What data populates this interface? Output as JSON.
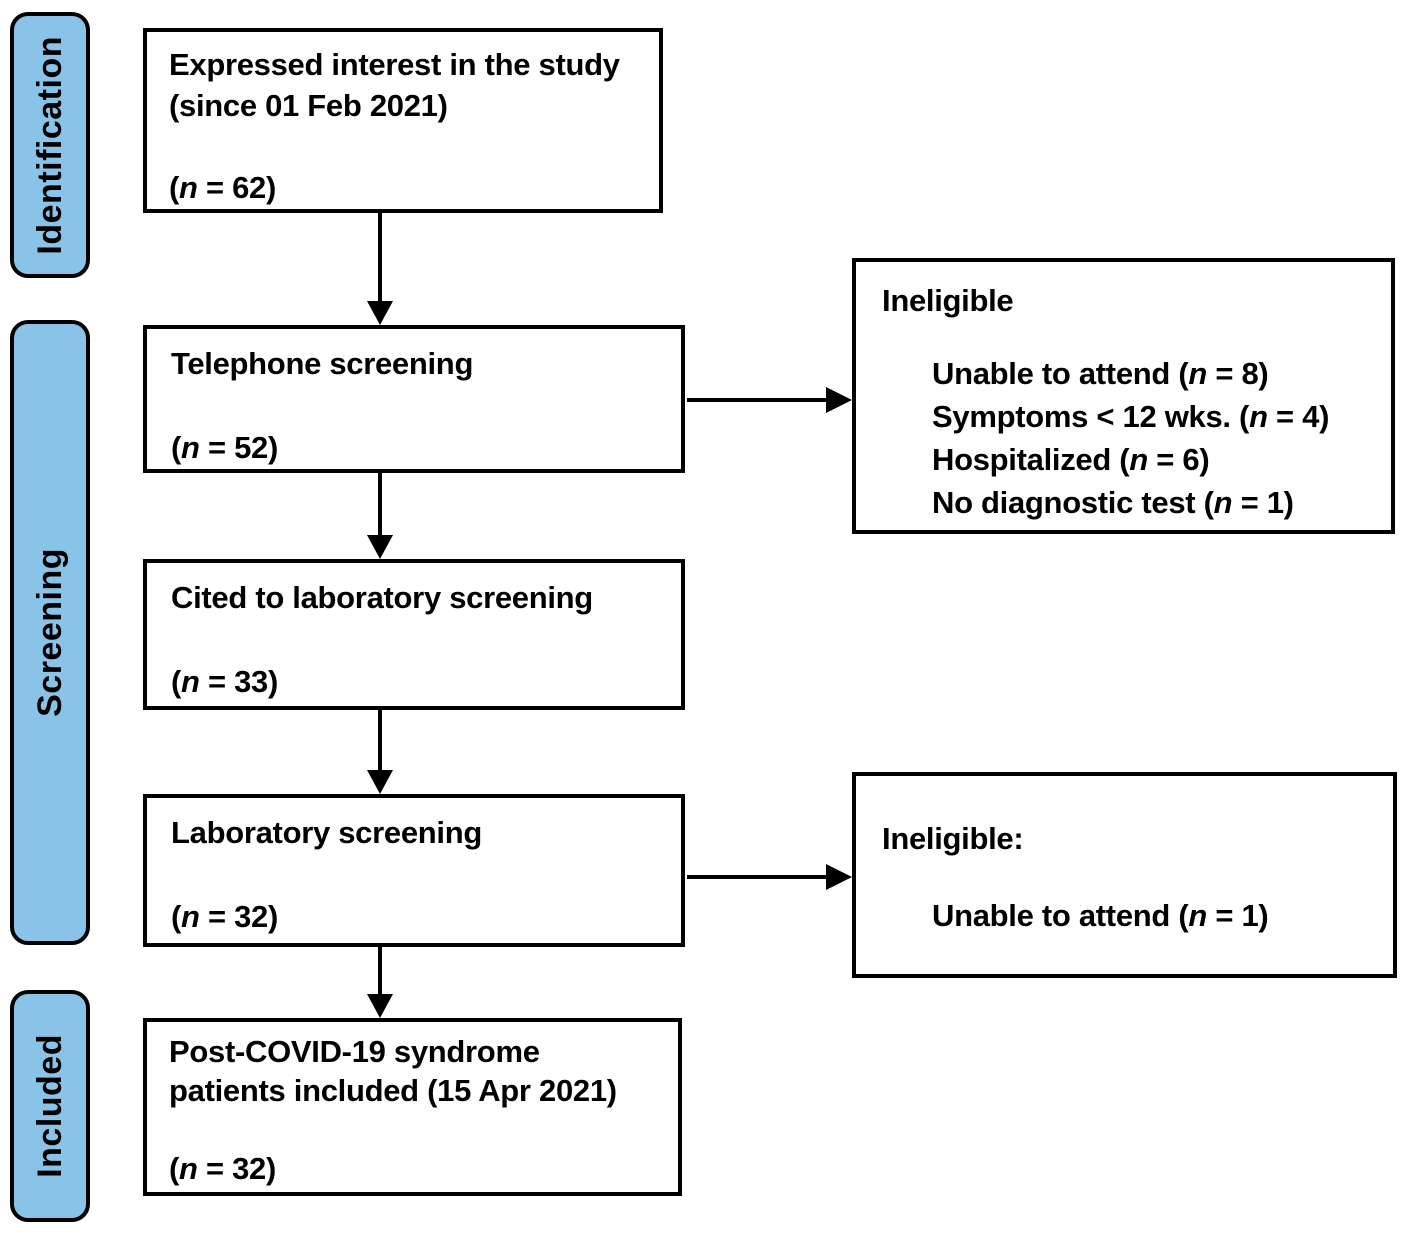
{
  "colors": {
    "stage_fill": "#8AC3E8",
    "line": "#000000",
    "background": "#FFFFFF"
  },
  "stages": [
    {
      "label": "Identification"
    },
    {
      "label": "Screening"
    },
    {
      "label": "Included"
    }
  ],
  "flow_boxes": [
    {
      "lines": [
        "Expressed interest in the study",
        "(since 01 Feb 2021)"
      ],
      "n": {
        "pre": "(",
        "var": "n",
        "post": " = 62)"
      }
    },
    {
      "lines": [
        "Telephone screening"
      ],
      "n": {
        "pre": "(",
        "var": "n",
        "post": " = 52)"
      }
    },
    {
      "lines": [
        "Cited to laboratory screening"
      ],
      "n": {
        "pre": "(",
        "var": "n",
        "post": " = 33)"
      }
    },
    {
      "lines": [
        "Laboratory screening"
      ],
      "n": {
        "pre": "(",
        "var": "n",
        "post": " = 32)"
      }
    },
    {
      "lines": [
        "Post-COVID-19 syndrome",
        "patients included (15 Apr 2021)"
      ],
      "n": {
        "pre": "(",
        "var": "n",
        "post": " = 32)"
      }
    }
  ],
  "side_boxes": [
    {
      "title": "Ineligible",
      "items": [
        {
          "pre": "Unable to attend (",
          "var": "n",
          "post": " = 8)"
        },
        {
          "pre": "Symptoms < 12 wks. (",
          "var": "n",
          "post": " = 4)"
        },
        {
          "pre": "Hospitalized (",
          "var": "n",
          "post": " = 6)"
        },
        {
          "pre": "No diagnostic test (",
          "var": "n",
          "post": " = 1)"
        }
      ]
    },
    {
      "title": "Ineligible:",
      "items": [
        {
          "pre": "Unable to attend (",
          "var": "n",
          "post": " = 1)"
        }
      ]
    }
  ]
}
